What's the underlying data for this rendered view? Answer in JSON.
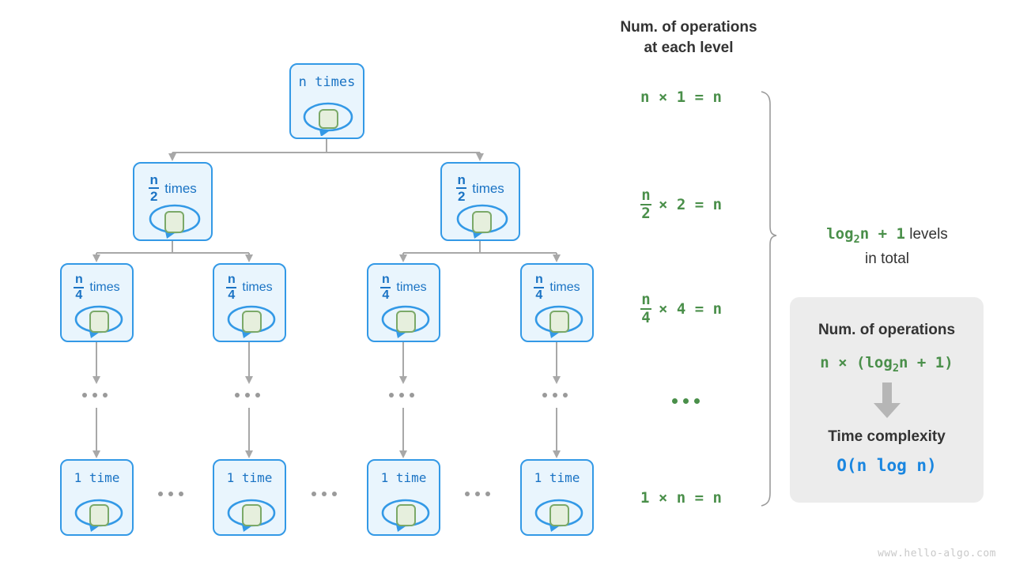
{
  "tree": {
    "levels": [
      {
        "name": "level-0",
        "nodes": [
          {
            "label_type": "plain",
            "text": "n times"
          }
        ]
      },
      {
        "name": "level-1",
        "nodes": [
          {
            "label_type": "fraction",
            "numerator": "n",
            "denominator": "2",
            "word": "times"
          },
          {
            "label_type": "fraction",
            "numerator": "n",
            "denominator": "2",
            "word": "times"
          }
        ]
      },
      {
        "name": "level-2",
        "nodes": [
          {
            "label_type": "fraction",
            "numerator": "n",
            "denominator": "4",
            "word": "times"
          },
          {
            "label_type": "fraction",
            "numerator": "n",
            "denominator": "4",
            "word": "times"
          },
          {
            "label_type": "fraction",
            "numerator": "n",
            "denominator": "4",
            "word": "times"
          },
          {
            "label_type": "fraction",
            "numerator": "n",
            "denominator": "4",
            "word": "times"
          }
        ]
      },
      {
        "name": "level-leaf",
        "nodes": [
          {
            "label_type": "plain",
            "text": "1 time"
          },
          {
            "label_type": "plain",
            "text": "1 time"
          },
          {
            "label_type": "plain",
            "text": "1 time"
          },
          {
            "label_type": "plain",
            "text": "1 time"
          }
        ]
      }
    ],
    "ellipsis_glyph": "..."
  },
  "operations_column": {
    "title": "Num. of operations\nat each level",
    "rows": [
      {
        "id": "row-level-0",
        "type": "plain",
        "text": "n × 1 = n"
      },
      {
        "id": "row-level-1",
        "type": "fraction",
        "numerator": "n",
        "denominator": "2",
        "rest": "× 2 = n"
      },
      {
        "id": "row-level-2",
        "type": "fraction",
        "numerator": "n",
        "denominator": "4",
        "rest": "× 4 = n"
      },
      {
        "id": "row-ellipsis",
        "type": "ellipsis",
        "text": "..."
      },
      {
        "id": "row-leaf",
        "type": "plain",
        "text": "1 × n = n"
      }
    ]
  },
  "levels_note": {
    "formula": "log",
    "formula_sub": "2",
    "formula_tail": "n + 1",
    "text_after": " levels",
    "text_second_line": "in total"
  },
  "summary_card": {
    "heading_operations": "Num. of operations",
    "formula_operations_pre": "n × (log",
    "formula_operations_sub": "2",
    "formula_operations_post": "n + 1)",
    "arrow_icon": "down-arrow-icon",
    "heading_complexity": "Time complexity",
    "formula_complexity": "O(n log n)"
  },
  "watermark": "www.hello-algo.com",
  "colors": {
    "node_fill": "#e9f5fd",
    "node_border": "#3399e6",
    "node_text": "#1a73c4",
    "green_square_fill": "#e6efdd",
    "green_square_border": "#7ba968",
    "connector": "#a8a8a8",
    "formula_green": "#4a8f4a",
    "complexity_blue": "#1a86e0",
    "heading_dark": "#333333",
    "card_bg": "#ececec",
    "watermark": "#c9c9c9"
  }
}
